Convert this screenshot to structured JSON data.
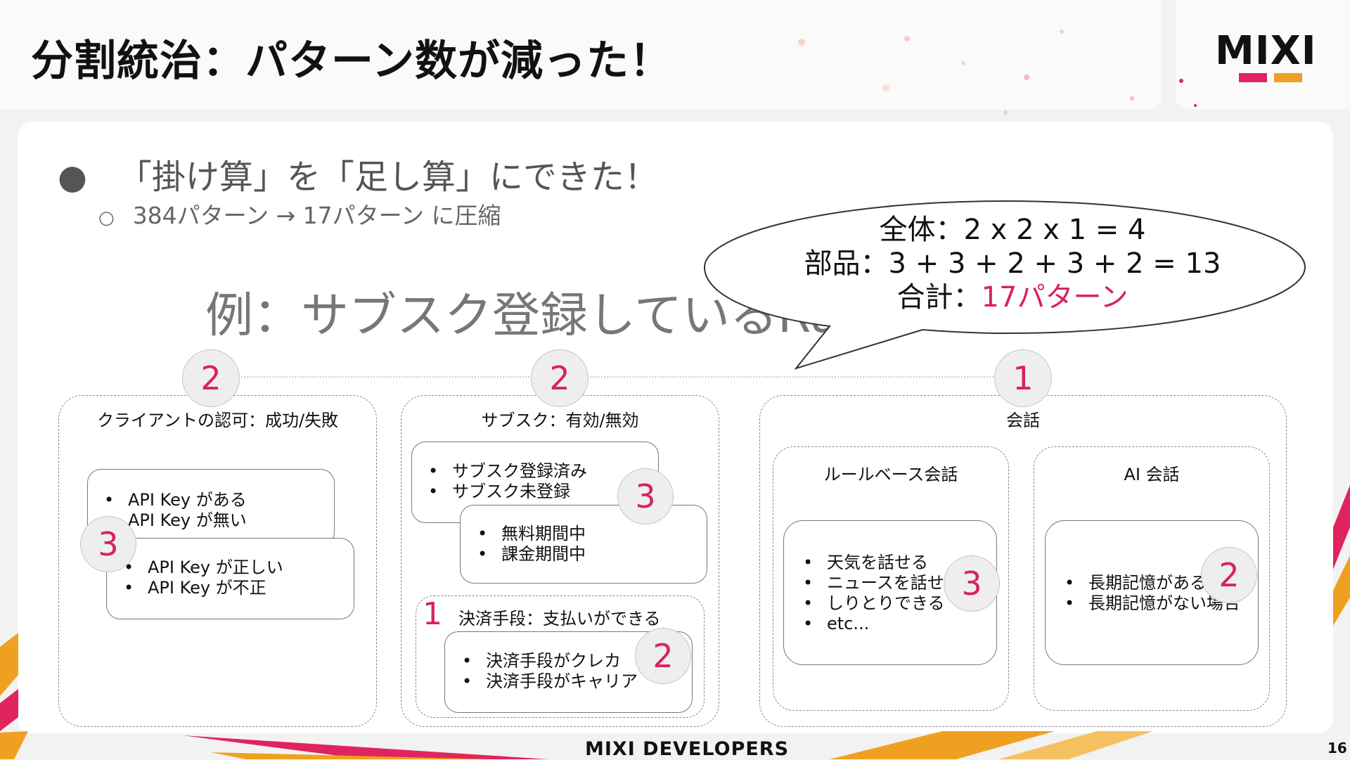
{
  "header": {
    "title": "分割統治：パターン数が減った！",
    "logo_text": "MIXI",
    "colors": {
      "brand_pink": "#e0245e",
      "brand_orange": "#f0a020"
    }
  },
  "bullets": {
    "main": "「掛け算」を「足し算」にできた！",
    "main_marker": "●",
    "sub": "384パターン → 17パターン に圧縮",
    "sub_marker": "○"
  },
  "example_title": "例：サブスク登録しているRu",
  "speech_bubble": {
    "line1": "全体：2 x 2 x 1 = 4",
    "line2": "部品：3 + 3 + 2 + 3 + 2 = 13",
    "line3_prefix": "合計：",
    "line3_highlight": "17パターン",
    "highlight_color": "#d6245c"
  },
  "groups": {
    "client_auth": {
      "label": "クライアントの認可：成功/失敗",
      "count": "2",
      "sub_count": "3",
      "card1": [
        "API Key がある",
        "API Key が無い"
      ],
      "card2": [
        "API Key が正しい",
        "API Key が不正"
      ]
    },
    "subscription": {
      "label": "サブスク：有効/無効",
      "count": "2",
      "sub_count": "3",
      "card1": [
        "サブスク登録済み",
        "サブスク未登録"
      ],
      "card2": [
        "無料期間中",
        "課金期間中"
      ],
      "payment_count": "1",
      "payment_label": "決済手段：支払いができる",
      "payment_sub_count": "2",
      "payment_card": [
        "決済手段がクレカ",
        "決済手段がキャリア"
      ]
    },
    "conversation": {
      "label": "会話",
      "count": "1",
      "rule_based": {
        "label": "ルールベース会話",
        "count": "3",
        "items": [
          "天気を話せる",
          "ニュースを話せ",
          "しりとりできる",
          "etc..."
        ]
      },
      "ai": {
        "label": "AI 会話",
        "count": "2",
        "items": [
          "長期記憶がある",
          "長期記憶がない場合"
        ]
      }
    }
  },
  "footer": {
    "text": "MIXI DEVELOPERS",
    "page": "16"
  }
}
